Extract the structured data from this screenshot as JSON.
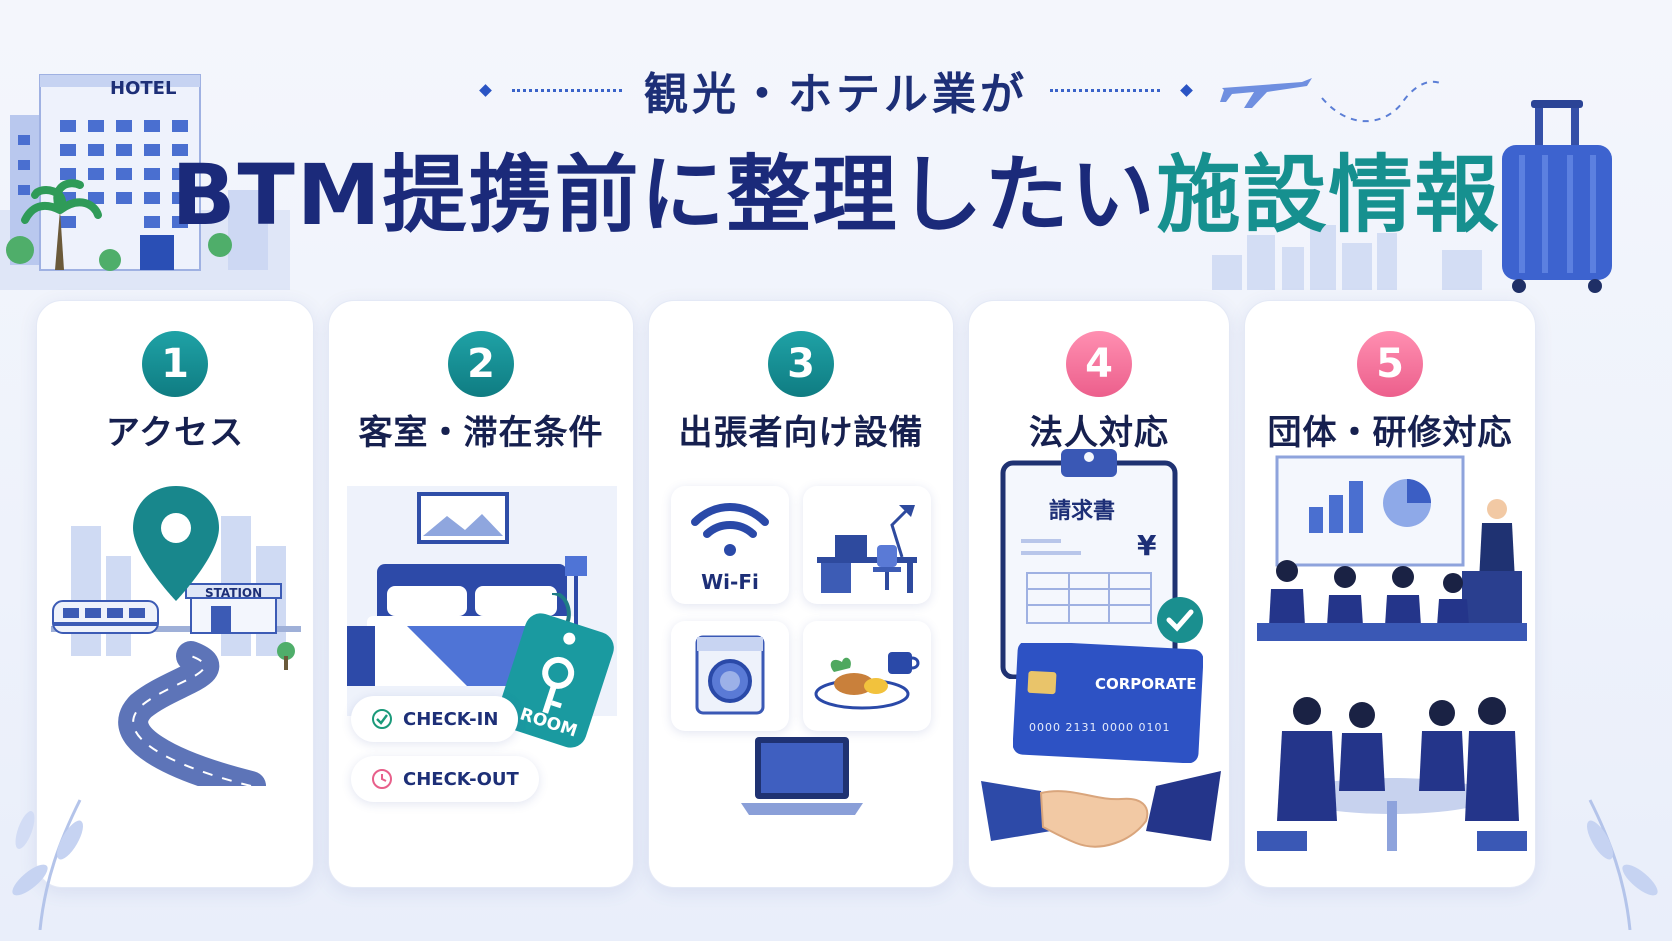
{
  "header": {
    "subtitle": "観光・ホテル業が",
    "title_main": "BTM提携前に整理したい",
    "title_accent": "施設情報",
    "hotel_sign": "HOTEL"
  },
  "colors": {
    "navy": "#1b2a7a",
    "teal": "#16908f",
    "pink": "#ec5f8c",
    "blue": "#3a63c9"
  },
  "cards": [
    {
      "number": "1",
      "title": "アクセス",
      "station_label": "STATION",
      "icons": [
        "map-pin-icon",
        "train-icon",
        "road-icon"
      ]
    },
    {
      "number": "2",
      "title": "客室・滞在条件",
      "key_tag": "ROOM",
      "checkin": "CHECK-IN",
      "checkout": "CHECK-OUT",
      "icons": [
        "bed-icon",
        "key-icon",
        "check-circle-icon",
        "clock-icon"
      ]
    },
    {
      "number": "3",
      "title": "出張者向け設備",
      "wifi_label": "Wi-Fi",
      "icons": [
        "wifi-icon",
        "desk-icon",
        "washing-machine-icon",
        "breakfast-icon",
        "laptop-icon"
      ]
    },
    {
      "number": "4",
      "title": "法人対応",
      "invoice_title": "請求書",
      "yen": "¥",
      "card_label": "CORPORATE",
      "card_number": "0000 2131 0000 0101",
      "icons": [
        "clipboard-icon",
        "credit-card-icon",
        "handshake-icon",
        "check-badge-icon"
      ]
    },
    {
      "number": "5",
      "title": "団体・研修対応",
      "icons": [
        "presentation-icon",
        "meeting-icon"
      ]
    }
  ]
}
